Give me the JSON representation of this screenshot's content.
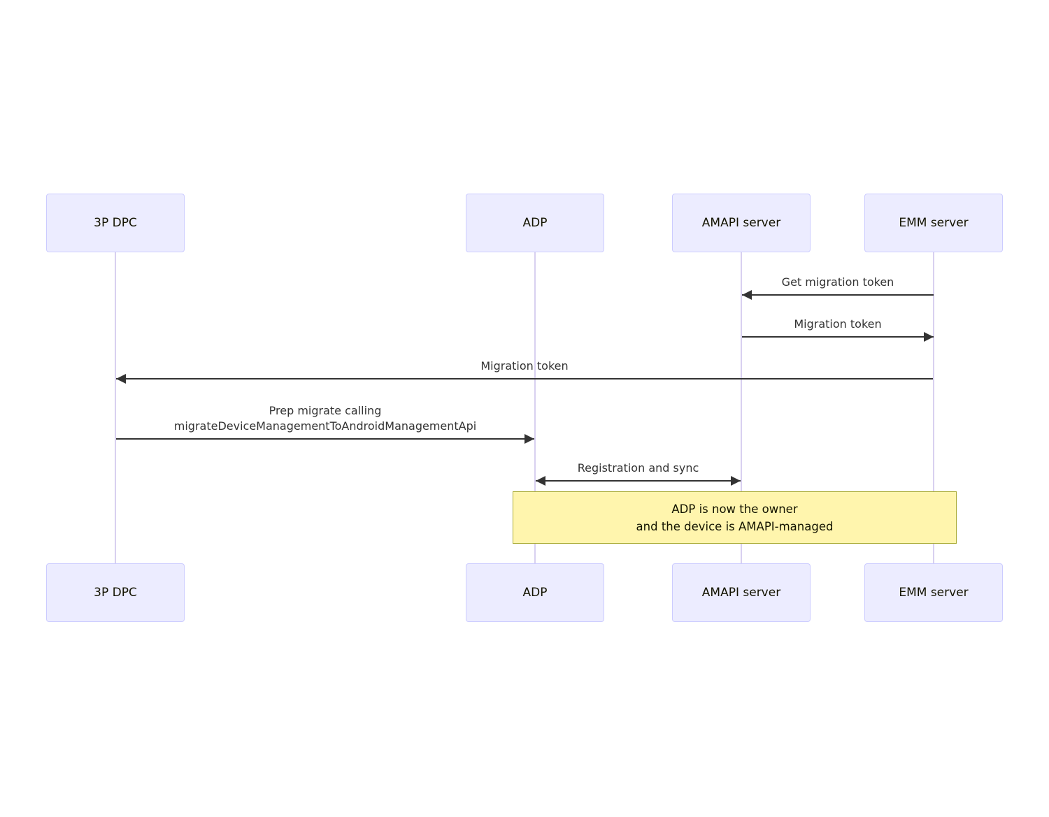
{
  "diagram": {
    "type": "sequence",
    "actors": [
      {
        "id": "3p-dpc",
        "label": "3P DPC"
      },
      {
        "id": "adp",
        "label": "ADP"
      },
      {
        "id": "amapi-server",
        "label": "AMAPI server"
      },
      {
        "id": "emm-server",
        "label": "EMM server"
      }
    ],
    "messages": [
      {
        "from": "EMM server",
        "to": "AMAPI server",
        "direction": "left",
        "label": "Get migration token"
      },
      {
        "from": "AMAPI server",
        "to": "EMM server",
        "direction": "right",
        "label": "Migration token"
      },
      {
        "from": "EMM server",
        "to": "3P DPC",
        "direction": "left",
        "label": "Migration token"
      },
      {
        "from": "3P DPC",
        "to": "ADP",
        "direction": "right",
        "label_line1": "Prep migrate calling",
        "label_line2": "migrateDeviceManagementToAndroidManagementApi"
      },
      {
        "from": "ADP",
        "to": "AMAPI server",
        "direction": "both",
        "label": "Registration and sync"
      }
    ],
    "note": {
      "over": "ADP, EMM server",
      "line1": "ADP is now the owner",
      "line2": "and the device is AMAPI-managed"
    },
    "colors": {
      "actor_fill": "#ECECFF",
      "actor_border": "#CCCCFF",
      "lifeline": "#d8d0f0",
      "arrow": "#333333",
      "note_fill": "#FFF5AD",
      "note_border": "#AAAA33"
    }
  }
}
